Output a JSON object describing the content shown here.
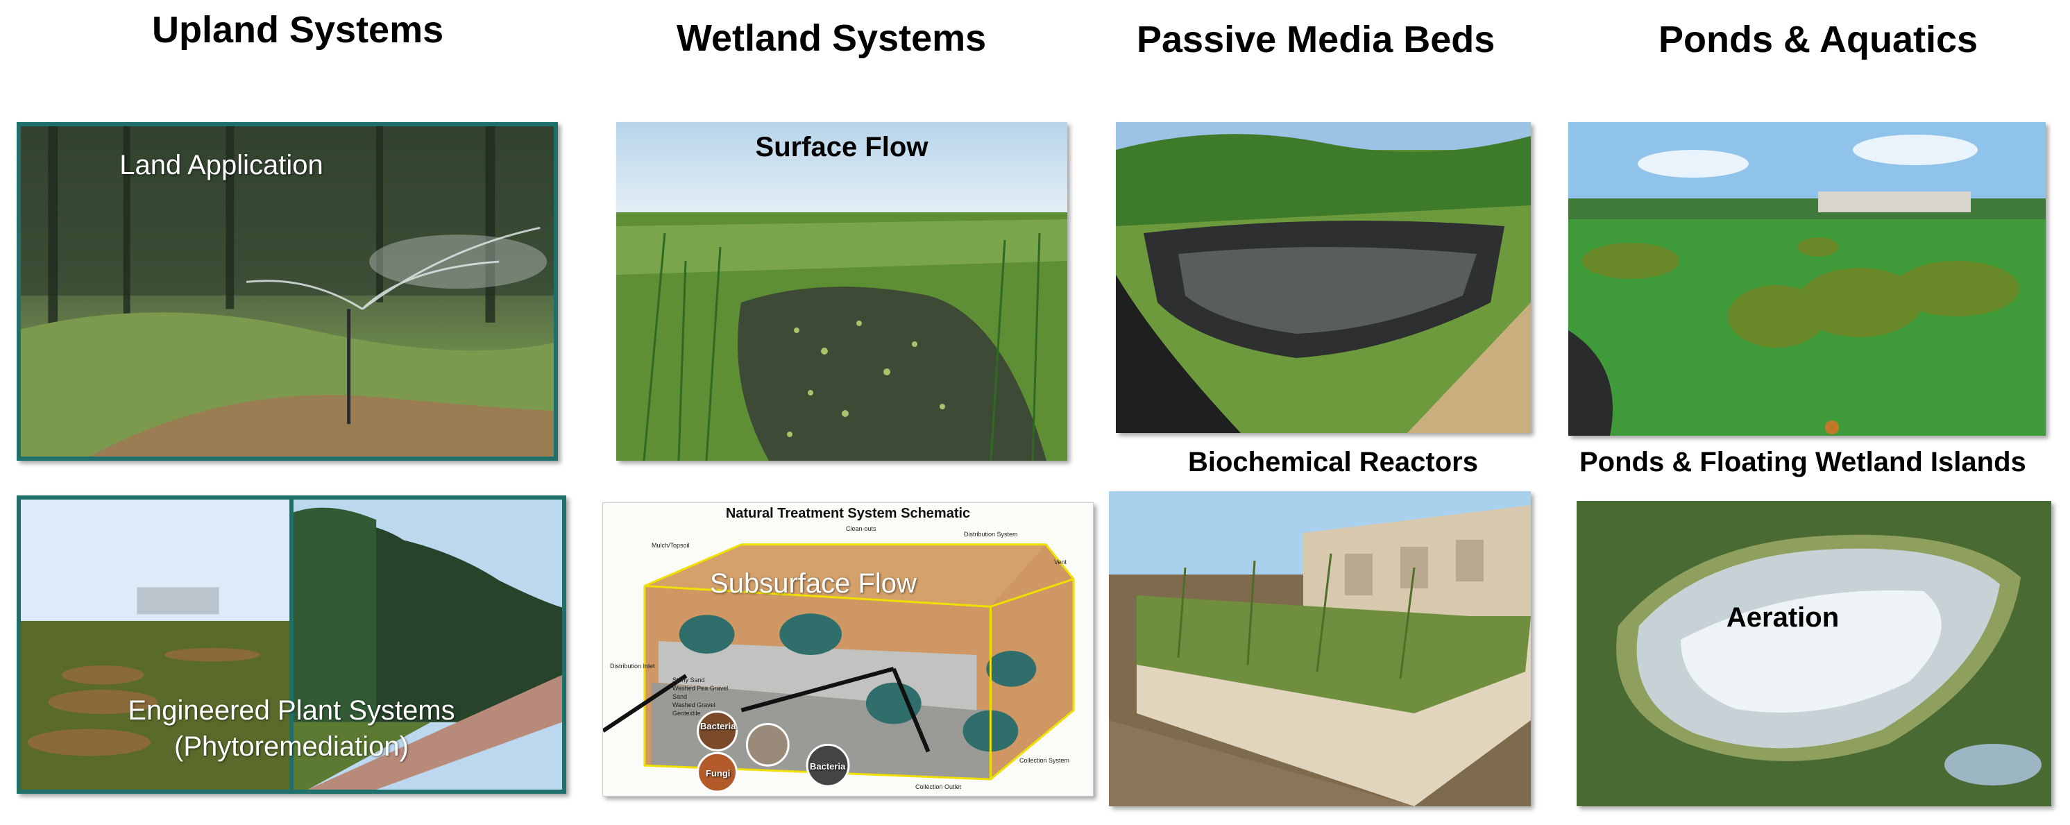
{
  "headings": {
    "upland": "Upland Systems",
    "wetland": "Wetland Systems",
    "media": "Passive Media Beds",
    "ponds": "Ponds & Aquatics"
  },
  "captions": {
    "biochemical": "Biochemical Reactors",
    "floating": "Ponds & Floating Wetland Islands"
  },
  "photo_labels": {
    "land_application": "Land Application",
    "engineered_line1": "Engineered Plant Systems",
    "engineered_line2": "(Phytoremediation)",
    "surface_flow": "Surface Flow",
    "subsurface_flow": "Subsurface Flow",
    "aeration": "Aeration"
  },
  "schematic": {
    "title": "Natural Treatment System Schematic",
    "labels": {
      "mulch": "Mulch/Topsoil",
      "cleanouts": "Clean-outs",
      "distribution_system": "Distribution System",
      "vent": "Vent",
      "distribution_inlet": "Distribution Inlet",
      "stony_sand": "Stony Sand",
      "washed_pea_gravel": "Washed Pea Gravel",
      "sand": "Sand",
      "washed_gravel": "Washed Gravel",
      "geotextile": "Geotextile",
      "collection_system": "Collection System",
      "collection_outlet": "Collection Outlet",
      "bacteria": "Bacteria",
      "fungi": "Fungi"
    }
  },
  "colors": {
    "frame_teal": "#1f6f6b",
    "schematic_outline": "#f0e000",
    "pond_green": "#3f9a3a",
    "sky_blue": "#8fc3ea"
  }
}
